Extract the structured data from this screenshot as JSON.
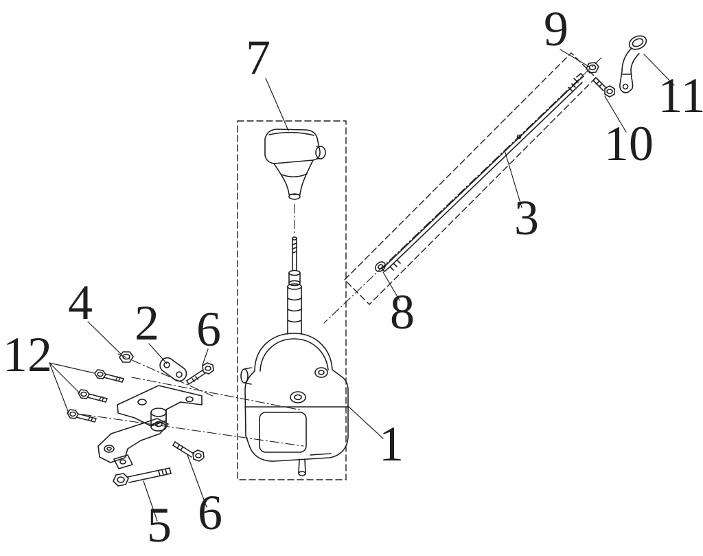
{
  "figure": {
    "type": "exploded-parts-diagram",
    "subject": "Gear shift lever assembly",
    "background_color": "#ffffff",
    "line_color": "#1f1f1f",
    "callouts": {
      "c1": {
        "label": "1",
        "part": "shift-lever-base-assembly"
      },
      "c2": {
        "label": "2",
        "part": "link-bracket"
      },
      "c3": {
        "label": "3",
        "part": "shift-linkage-rod"
      },
      "c4": {
        "label": "4",
        "part": "hex-nut"
      },
      "c5": {
        "label": "5",
        "part": "long-hex-bolt"
      },
      "c6a": {
        "label": "6",
        "part": "hex-bolt-upper"
      },
      "c6b": {
        "label": "6",
        "part": "hex-bolt-lower"
      },
      "c7": {
        "label": "7",
        "part": "shift-knob"
      },
      "c8": {
        "label": "8",
        "part": "washer"
      },
      "c9": {
        "label": "9",
        "part": "lock-nut"
      },
      "c10": {
        "label": "10",
        "part": "pivot-bolt"
      },
      "c11": {
        "label": "11",
        "part": "crank-arm"
      },
      "c12": {
        "label": "12",
        "part": "flange-bolts"
      }
    }
  }
}
